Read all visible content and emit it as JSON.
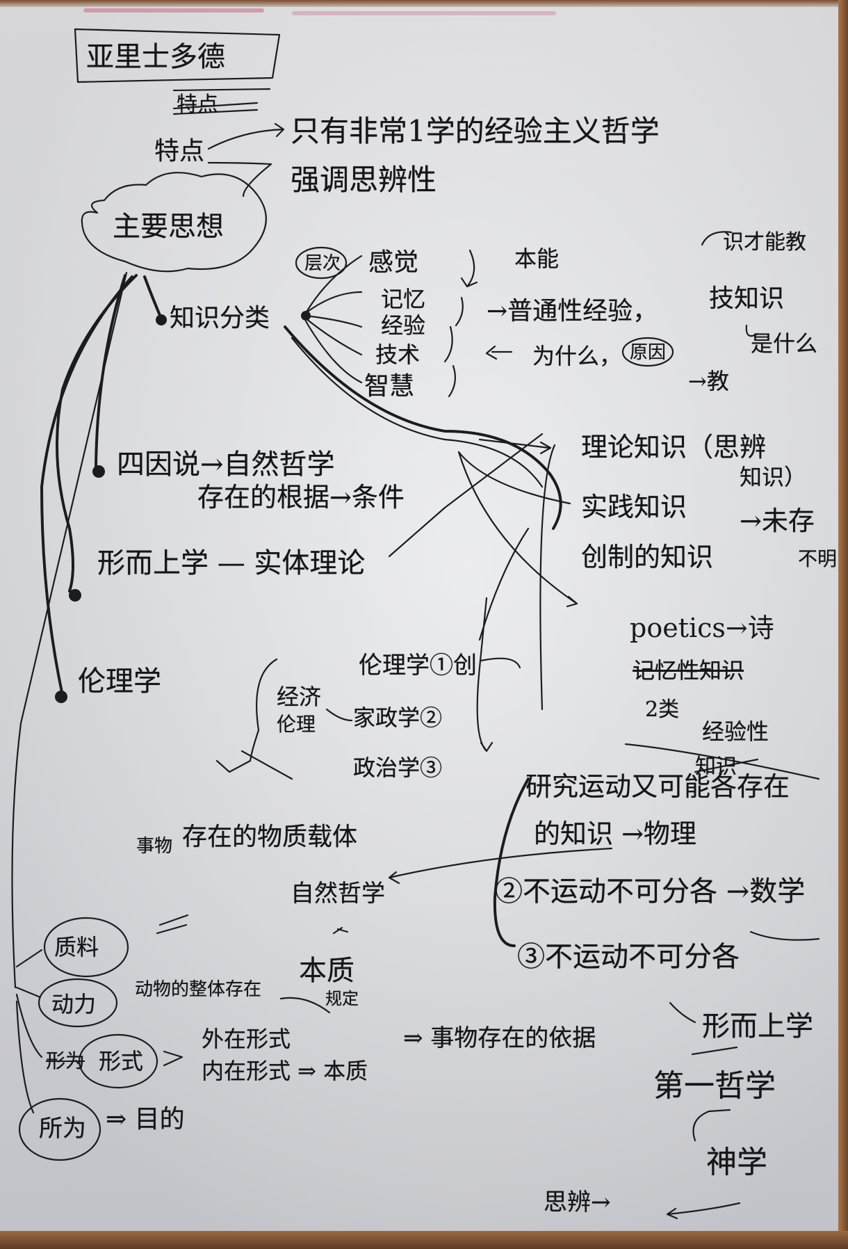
{
  "title": "亚里士多德",
  "top": {
    "struck": "特点",
    "label": "特点",
    "line1": "只有非常1学的经验主义哲学",
    "line2": "强调思辨性"
  },
  "hub": "主要思想",
  "knowledge": {
    "label": "知识分类",
    "circled": "层次",
    "levels": [
      "感觉",
      "记忆",
      "经验",
      "技术",
      "智慧"
    ],
    "side1": "本能",
    "note1": "→普通性经验，",
    "note2": "技知识",
    "note3": "是什么",
    "note4": "为什么，",
    "note4b": "原因",
    "note5": "→教",
    "topright": "识才能教"
  },
  "branches": {
    "fourcause": "四因说→自然哲学",
    "fourcause2": "存在的根据→条件",
    "metaphys": "形而上学 — 实体理论",
    "logic": "伦理学"
  },
  "types": {
    "theory": "理论知识（思辨",
    "theory2": "知识）",
    "practice": "实践知识",
    "practice_arrow": "→未存",
    "practice_arrow2": "不明",
    "create": "创制的知识",
    "poetics": "poetics→诗",
    "extra1": "记忆性知识",
    "extra2": "2类",
    "extra3": "经验性",
    "extra4": "知识"
  },
  "ethics": {
    "top": "伦理学①创",
    "side": "经济",
    "side2": "伦理",
    "eco": "家政学②",
    "pol": "政治学③"
  },
  "motion": {
    "l1": "研究运动又可能各存在",
    "l2": "的知识 →物理",
    "l3": "②不运动不可分各 →数学",
    "l4": "③不运动不可分各",
    "l5": "形而上学",
    "l6": "第一哲学",
    "l7": "神学",
    "l8": "思辨→"
  },
  "causes": {
    "top1": "事物",
    "top2": "存在的物质载体",
    "natural": "自然哲学",
    "essence": "本质",
    "essence2": "规定",
    "matter": "质料",
    "power": "动力",
    "power_note": "动物的整体存在",
    "form": "形式",
    "form_struck": "形为",
    "outside": "外在形式",
    "inside": "内在形式 ⇒ 本质",
    "exist": "⇒ 事物存在的依据",
    "purpose": "所为",
    "purpose_note": "⇒ 目的"
  }
}
